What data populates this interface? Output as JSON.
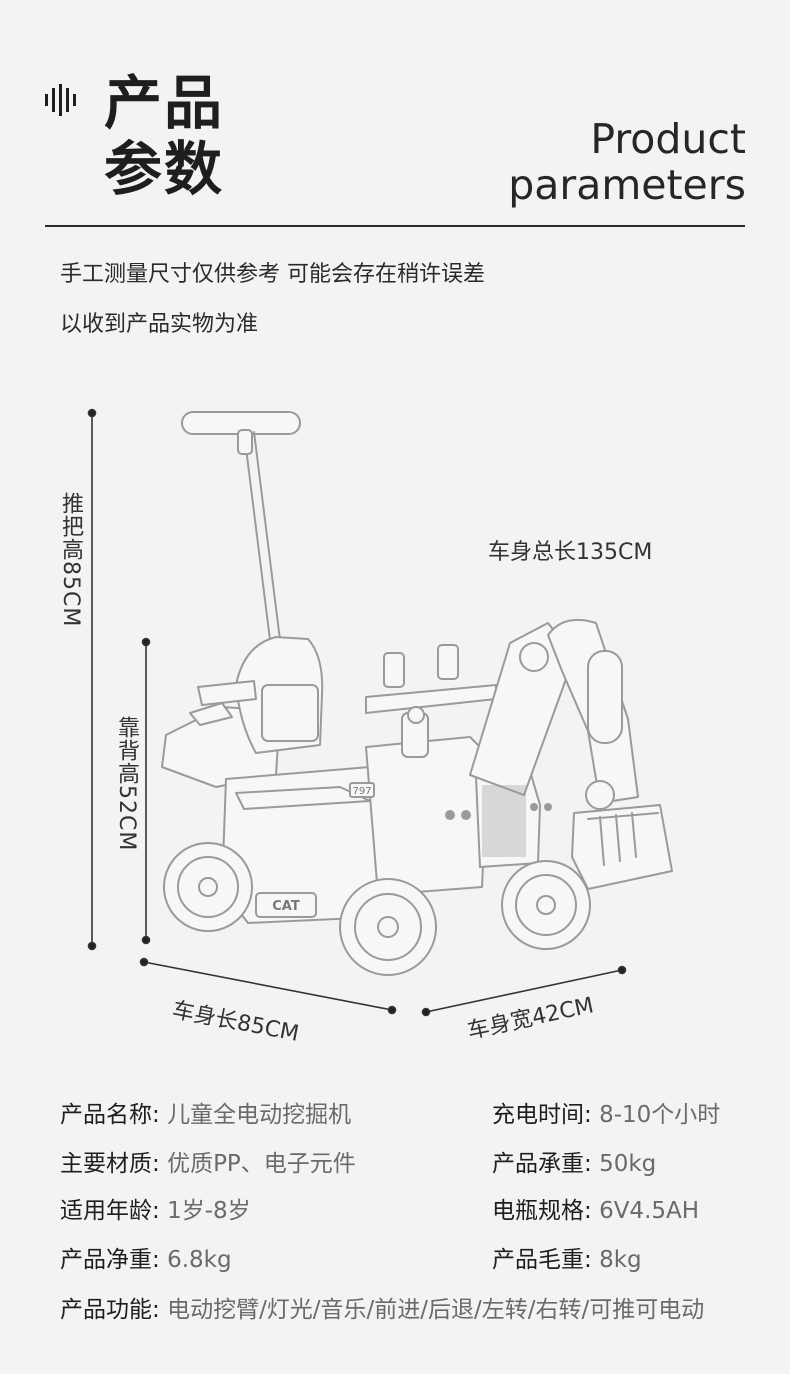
{
  "header": {
    "title_cn_line1": "产品",
    "title_cn_line2": "参数",
    "title_en_line1": "Product",
    "title_en_line2": "parameters",
    "icon": "sound-wave-icon"
  },
  "notes": {
    "line1": "手工测量尺寸仅供参考 可能会存在稍许误差",
    "line2": "以收到产品实物为准"
  },
  "dimensions": {
    "handle_height": "推把高85CM",
    "backrest_height": "靠背高52CM",
    "total_length": "车身总长135CM",
    "body_length": "车身长85CM",
    "body_width": "车身宽42CM"
  },
  "vehicle_marks": {
    "badge": "797",
    "brand_plate": "CAT"
  },
  "specs": {
    "name_key": "产品名称:",
    "name_val": "儿童全电动挖掘机",
    "charge_key": "充电时间:",
    "charge_val": "8-10个小时",
    "material_key": "主要材质:",
    "material_val": "优质PP、电子元件",
    "load_key": "产品承重:",
    "load_val": "50kg",
    "age_key": "适用年龄:",
    "age_val": "1岁-8岁",
    "battery_key": "电瓶规格:",
    "battery_val": "6V4.5AH",
    "net_key": "产品净重:",
    "net_val": "6.8kg",
    "gross_key": "产品毛重:",
    "gross_val": "8kg",
    "function_key": "产品功能:",
    "function_val": "电动挖臂/灯光/音乐/前进/后退/左转/右转/可推可电动"
  }
}
